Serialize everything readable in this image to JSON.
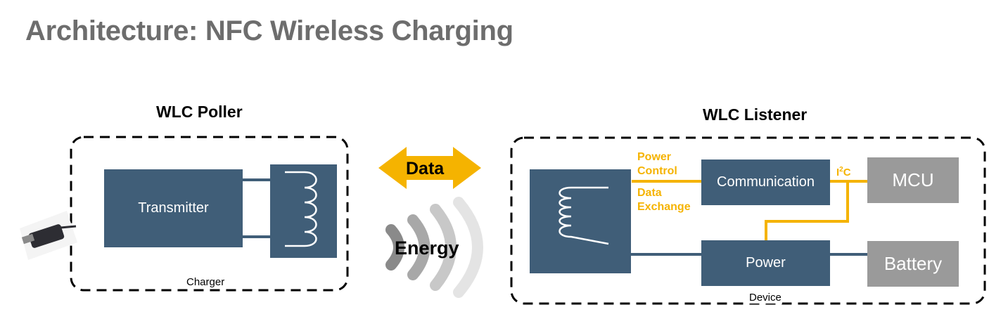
{
  "title": "Architecture: NFC Wireless Charging",
  "poller": {
    "heading": "WLC Poller",
    "transmitter_label": "Transmitter",
    "container_label": "Charger",
    "plug_icon": "usb-plug-icon",
    "coil_icon": "coil-antenna-icon"
  },
  "middle": {
    "data_label": "Data",
    "energy_label": "Energy",
    "arrow_color": "#f5b300"
  },
  "listener": {
    "heading": "WLC Listener",
    "container_label": "Device",
    "coil_icon": "coil-antenna-icon",
    "link_label_top": [
      "Power",
      "Control"
    ],
    "link_label_bottom": [
      "Data",
      "Exchange"
    ],
    "communication_label": "Communication",
    "power_label": "Power",
    "mcu_label": "MCU",
    "battery_label": "Battery",
    "bus_label_base": "I",
    "bus_label_sup": "2",
    "bus_label_tail": "C"
  },
  "colors": {
    "block": "#405e78",
    "gray_block": "#9a9a9a",
    "accent": "#f5b300",
    "title": "#6d6d6d"
  }
}
